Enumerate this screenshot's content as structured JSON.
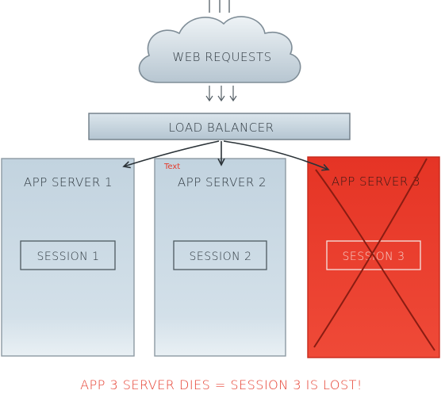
{
  "cloud": {
    "label": "WEB REQUESTS"
  },
  "load_balancer": {
    "label": "LOAD BALANCER"
  },
  "annotation": {
    "text": "Text",
    "color": "#e53b2c"
  },
  "servers": [
    {
      "title": "APP SERVER 1",
      "session": "SESSION 1",
      "status": "alive"
    },
    {
      "title": "APP SERVER 2",
      "session": "SESSION 2",
      "status": "alive"
    },
    {
      "title": "APP SERVER 3",
      "session": "SESSION 3",
      "status": "dead"
    }
  ],
  "caption": {
    "text": "APP 3 SERVER DIES  =  SESSION 3 IS LOST!",
    "color": "#e53b2c"
  },
  "colors": {
    "server_alive": "#c9d8e3",
    "server_dead": "#e8392a",
    "outline": "#5a6670",
    "text": "#2f3940"
  }
}
